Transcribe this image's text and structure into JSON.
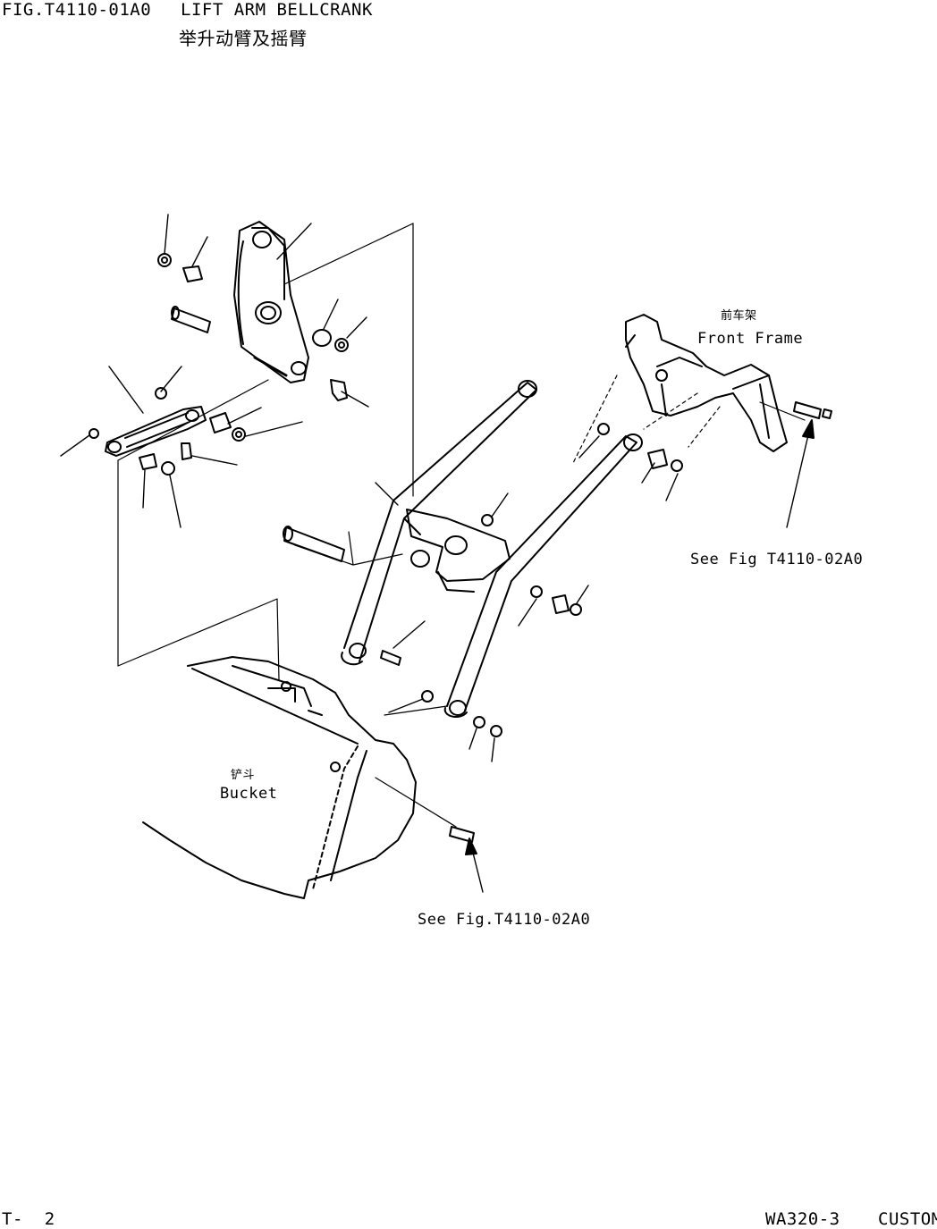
{
  "header": {
    "fig_number": "FIG.T4110-01A0",
    "title_en": "LIFT ARM BELLCRANK",
    "title_cn": "举升动臂及摇臂"
  },
  "labels": {
    "front_frame_cn": "前车架",
    "front_frame_en": "Front Frame",
    "bucket_cn": "铲斗",
    "bucket_en": "Bucket",
    "see_fig_right": "See Fig T4110-02A0",
    "see_fig_bottom": "See Fig.T4110-02A0"
  },
  "footer": {
    "page": "T-  2",
    "model": "WA320-3",
    "edition": "CUSTOM"
  }
}
